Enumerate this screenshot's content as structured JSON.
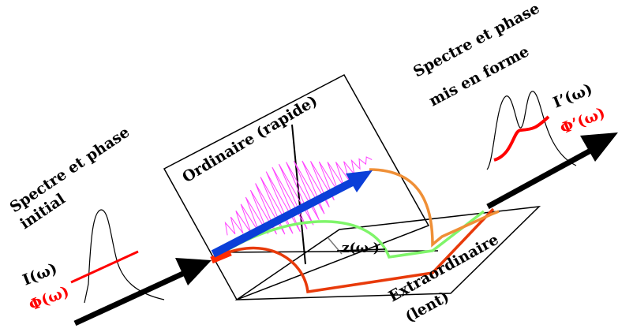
{
  "labels": {
    "input_title": [
      "Spectre et phase",
      "initial"
    ],
    "input_intensity": "I(ω)",
    "input_phase": "Φ(ω)",
    "output_title": [
      "Spectre et phase",
      "mis  en forme"
    ],
    "output_intensity": "I’(ω)",
    "output_phase": "Φ’(ω)",
    "ordinary_axis": "Ordinaire  (rapide)",
    "extraordinary_axis": [
      "Extraordinaire",
      "(lent)"
    ],
    "delay": "z(ω )"
  },
  "colors": {
    "phase_line": "#ff0000",
    "blue_arrow": "#0b3fd8",
    "magenta_wave": "#ff44ff",
    "red_path": "#e83a0a",
    "green_path": "#7ff56a",
    "orange_path": "#ef8f36",
    "text": "#000000",
    "phase_label": "#ff0000"
  }
}
